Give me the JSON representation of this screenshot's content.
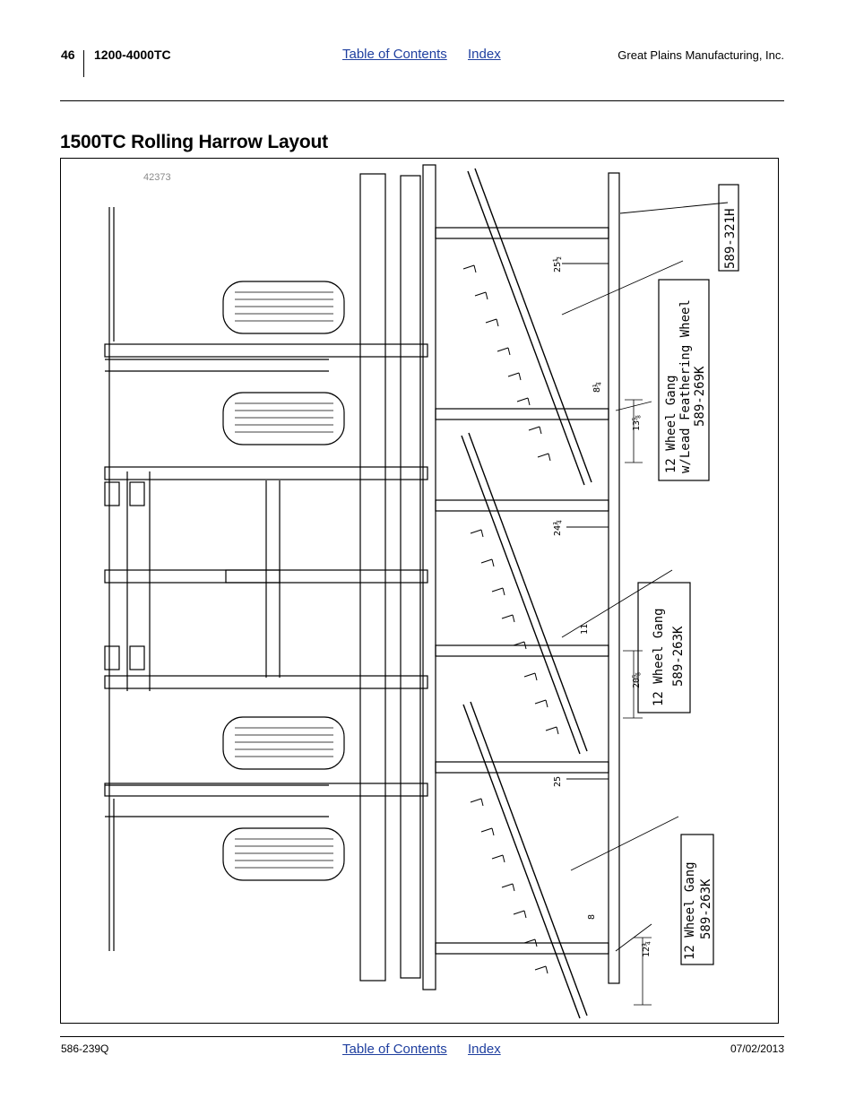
{
  "header": {
    "page_number": "46",
    "model": "1200-4000TC",
    "toc_link": "Table of Contents",
    "index_link": "Index",
    "company": "Great Plains Manufacturing, Inc."
  },
  "section": {
    "title": "1500TC Rolling Harrow Layout"
  },
  "figure": {
    "id": "42373",
    "callouts": {
      "top_part": "589-321H",
      "gang_lead": {
        "line1": "12 Wheel Gang",
        "line2": "w/Lead Feathering Wheel",
        "line3": "589-269K"
      },
      "gang_mid": {
        "line1": "12 Wheel Gang",
        "line2": "589-263K"
      },
      "gang_bottom": {
        "line1": "12 Wheel Gang",
        "line2": "589-263K"
      }
    },
    "dimensions": [
      "25½",
      "8¼",
      "13⅝",
      "24¾",
      "11",
      "20⅝",
      "25",
      "8",
      "12¾"
    ]
  },
  "footer": {
    "doc_number": "586-239Q",
    "toc_link": "Table of Contents",
    "index_link": "Index",
    "date": "07/02/2013"
  }
}
